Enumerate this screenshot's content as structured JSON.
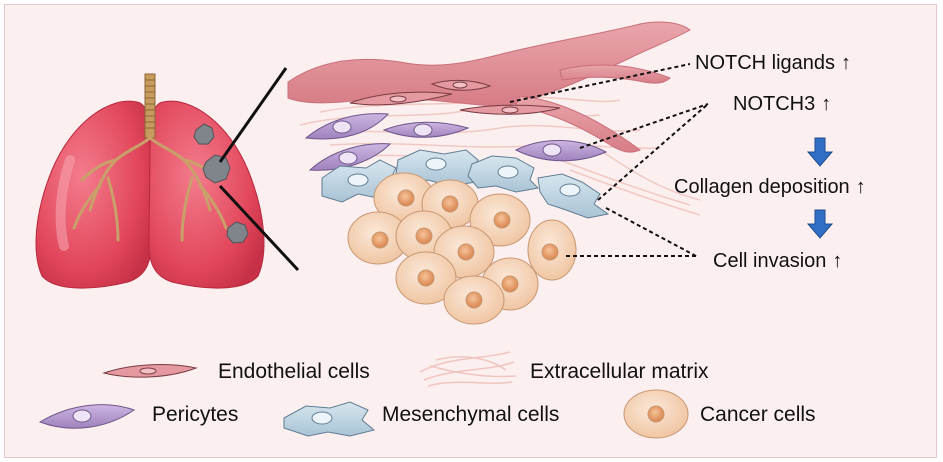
{
  "labels": {
    "notch_ligands": "NOTCH ligands",
    "notch3": "NOTCH3",
    "collagen": "Collagen deposition",
    "invasion": "Cell invasion",
    "up_arrow": "↑"
  },
  "legend": {
    "endothelial": "Endothelial cells",
    "ecm": "Extracellular matrix",
    "pericytes": "Pericytes",
    "mesenchymal": "Mesenchymal cells",
    "cancer": "Cancer cells"
  },
  "colors": {
    "background": "#fceff0",
    "lung": "#e2475c",
    "vessel": "#e49aa0",
    "pericyte": "#b79bd0",
    "mesenchymal": "#bcd3e2",
    "cancer_cell": "#f3cfb0",
    "cancer_nucleus": "#e8a070",
    "flow_arrow": "#2f6fc4"
  }
}
